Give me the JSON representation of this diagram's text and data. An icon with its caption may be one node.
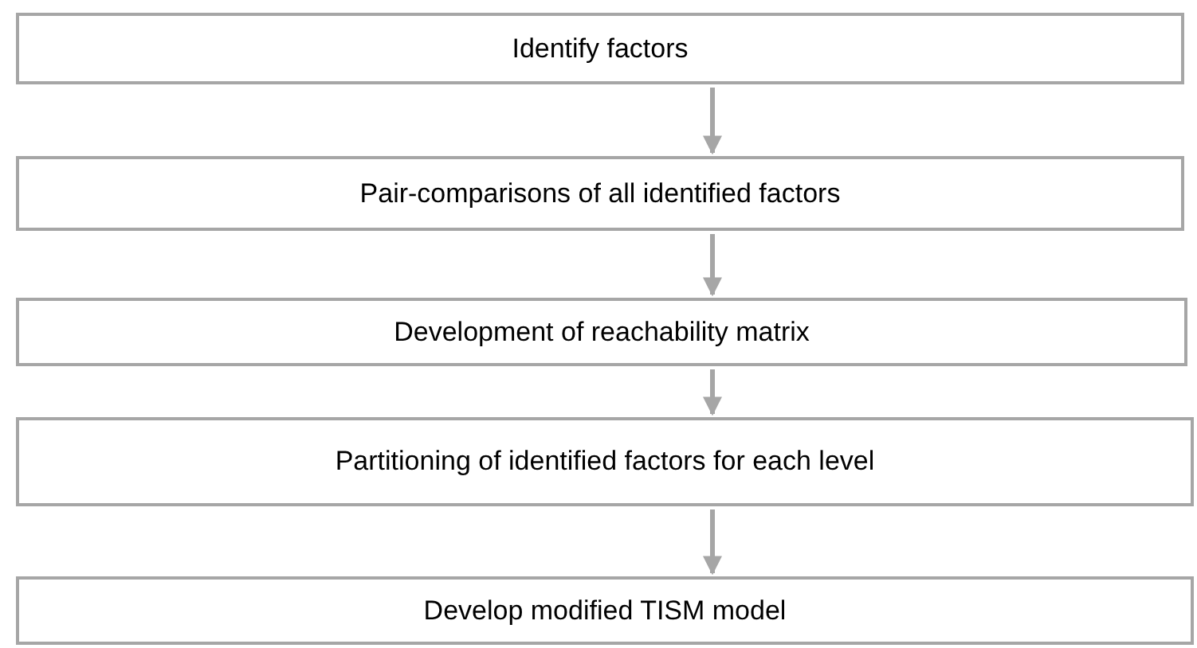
{
  "diagram": {
    "nodes": [
      {
        "text": [
          "Identify factors"
        ]
      },
      {
        "text": [
          "Pair-comparisons of all identified factors"
        ]
      },
      {
        "text": [
          "Development of reachability matrix"
        ]
      },
      {
        "text": [
          "Partitioning of identified factors for each level"
        ]
      },
      {
        "text": [
          "Develop modified TISM model"
        ]
      }
    ],
    "edges": [
      {
        "from": 0,
        "to": 1,
        "arrow": "to"
      },
      {
        "from": 1,
        "to": 2,
        "arrow": "to"
      },
      {
        "from": 2,
        "to": 3,
        "arrow": "to"
      },
      {
        "from": 3,
        "to": 4,
        "arrow": "to"
      }
    ]
  }
}
